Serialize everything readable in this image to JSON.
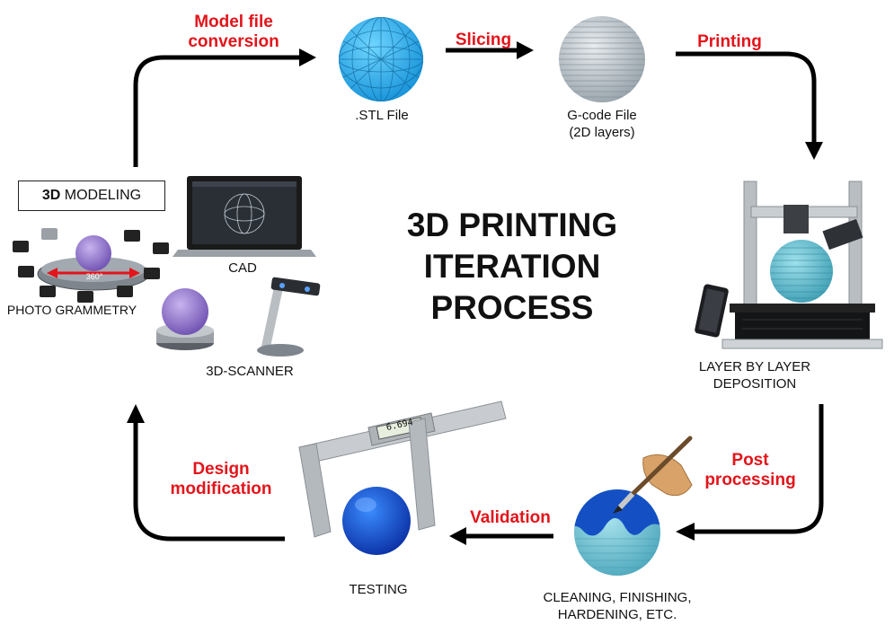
{
  "title": {
    "line1": "3D PRINTING",
    "line2": "ITERATION",
    "line3": "PROCESS"
  },
  "steps": {
    "model_file_conversion": {
      "line1": "Model file",
      "line2": "conversion"
    },
    "slicing": "Slicing",
    "printing": "Printing",
    "post_processing": {
      "line1": "Post",
      "line2": "processing"
    },
    "validation": "Validation",
    "design_modification": {
      "line1": "Design",
      "line2": "modification"
    }
  },
  "captions": {
    "stl": ".STL File",
    "gcode": {
      "line1": "G-code File",
      "line2": "(2D layers)"
    },
    "layer": {
      "line1": "LAYER BY LAYER",
      "line2": "DEPOSITION"
    },
    "cleaning": {
      "line1": "CLEANING, FINISHING,",
      "line2": "HARDENING, ETC."
    },
    "testing": "TESTING",
    "cad": "CAD",
    "photogrammetry": "PHOTO GRAMMETRY",
    "scanner": "3D-SCANNER",
    "turntable_label": "360°",
    "caliper_readout": "6.694"
  },
  "modeling_box": {
    "bold": "3D",
    "rest": " MODELING"
  },
  "colors": {
    "step_label": "#e3141b",
    "arrow": "#000000"
  }
}
